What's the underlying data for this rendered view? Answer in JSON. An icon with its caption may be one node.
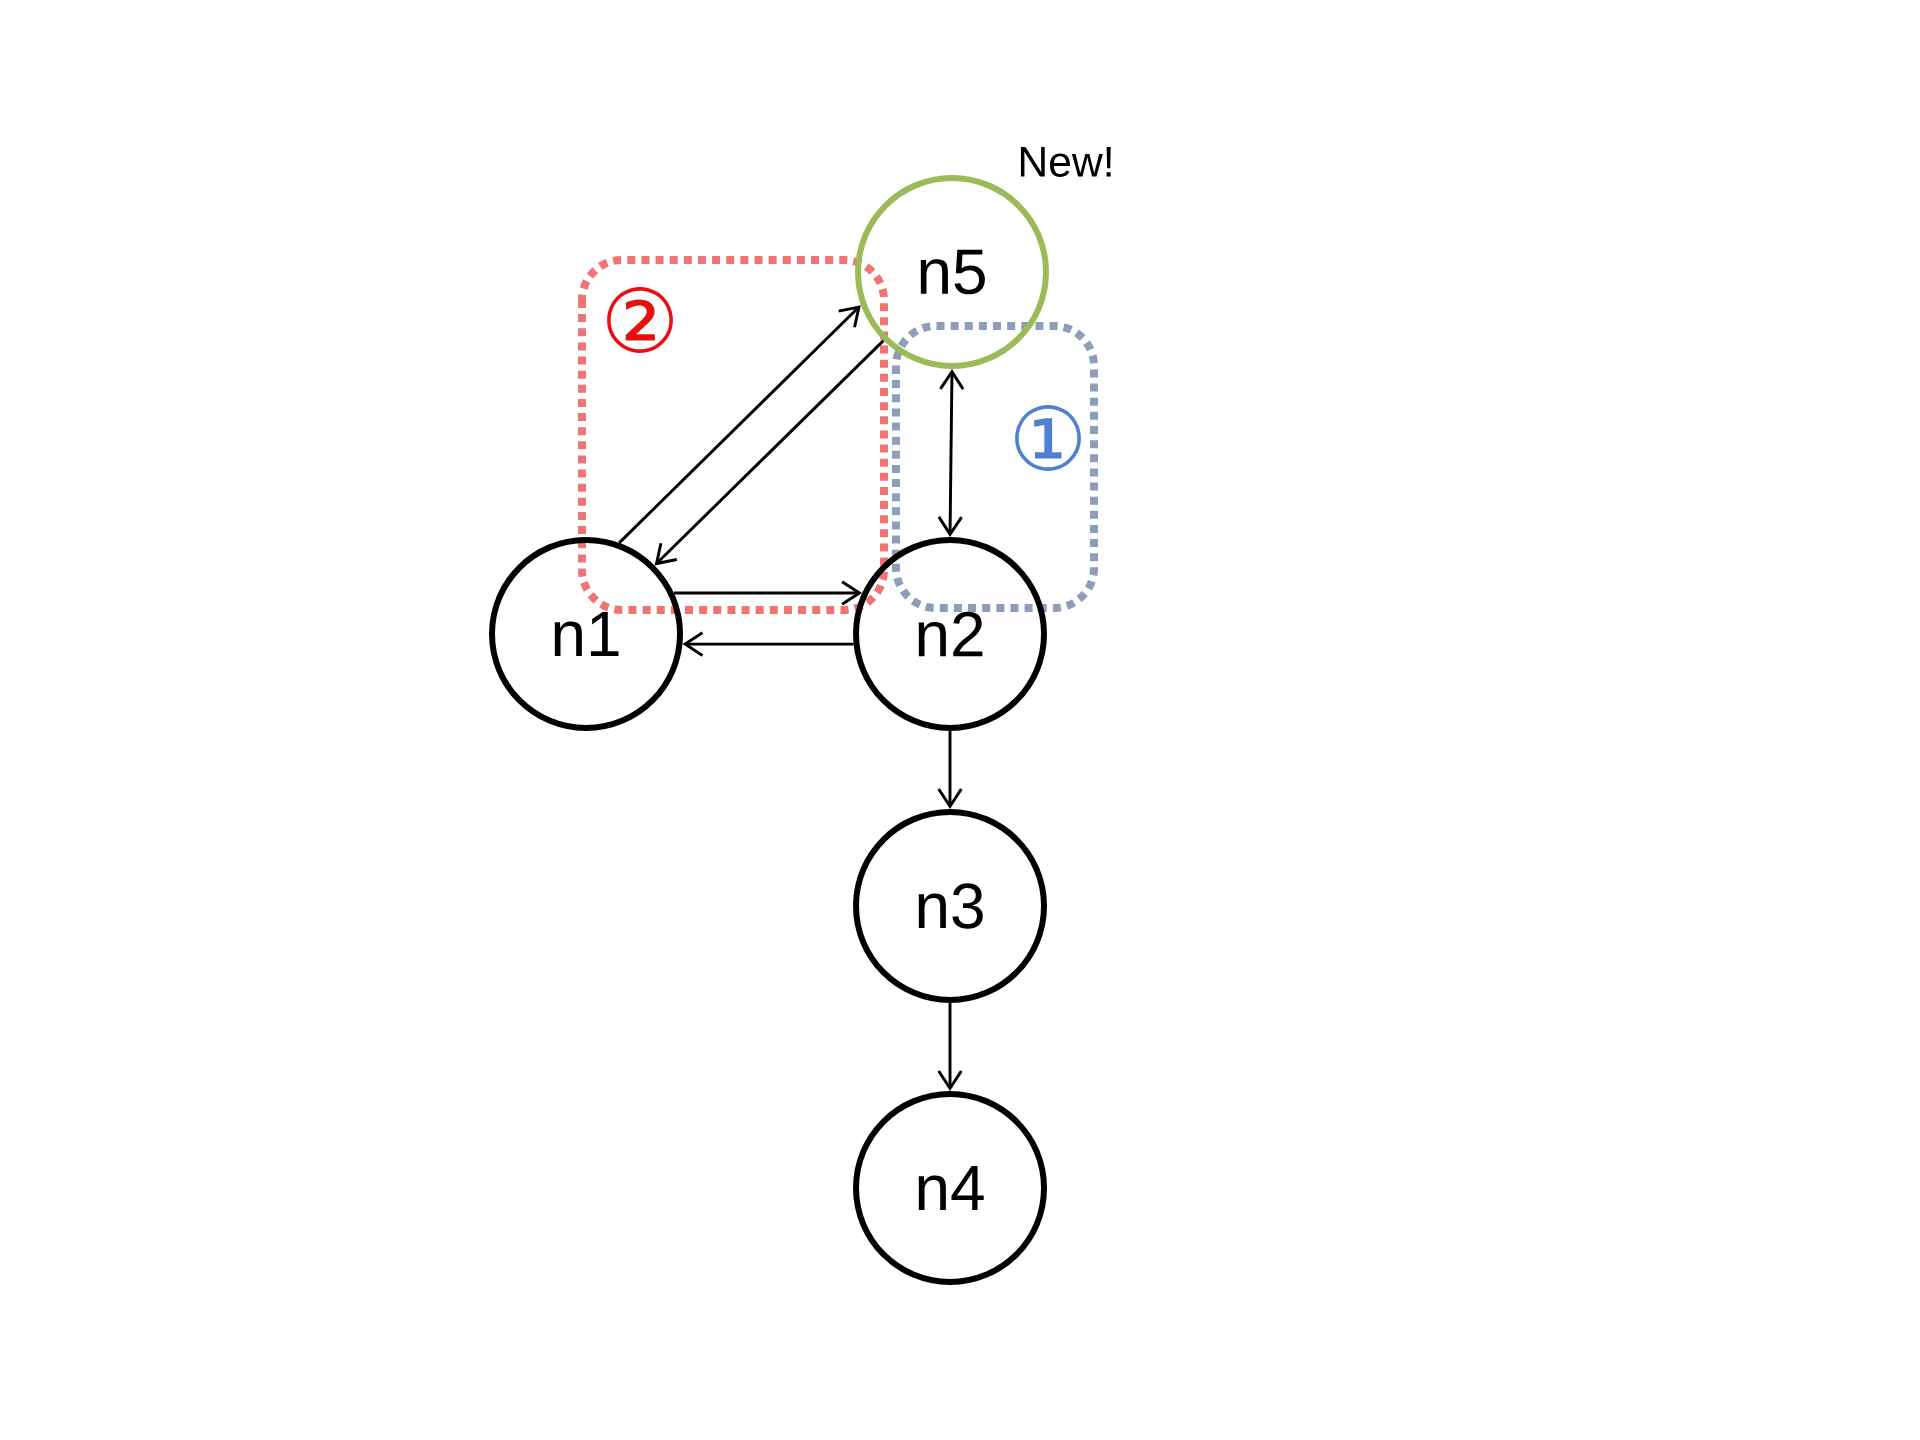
{
  "diagram": {
    "nodes": [
      {
        "text": [
          "n5"
        ],
        "beside": [
          "New!"
        ]
      },
      {
        "text": [
          "n1"
        ]
      },
      {
        "text": [
          "n2"
        ]
      },
      {
        "text": [
          "n3"
        ]
      },
      {
        "text": [
          "n4"
        ]
      }
    ],
    "edges": [
      {
        "from": 0,
        "to": 2,
        "arrow": "both"
      },
      {
        "from": 1,
        "to": 0,
        "arrow": "to"
      },
      {
        "from": 0,
        "to": 1,
        "arrow": "to"
      },
      {
        "from": 1,
        "to": 2,
        "arrow": "to"
      },
      {
        "from": 2,
        "to": 1,
        "arrow": "to"
      },
      {
        "from": 2,
        "to": 3,
        "arrow": "to"
      },
      {
        "from": 3,
        "to": 4,
        "arrow": "to"
      }
    ],
    "labels": [
      "②",
      "①"
    ]
  }
}
